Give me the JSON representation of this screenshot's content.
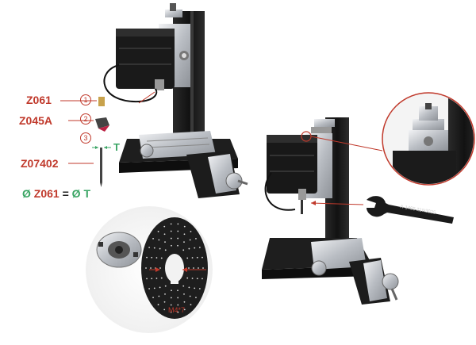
{
  "labels": {
    "part1": "Z061",
    "part2": "Z045A",
    "part3": "Z07402",
    "step1": "1",
    "step2": "2",
    "step3": "3",
    "t_mark": "T",
    "formula_symbol": "Ø",
    "formula_left": "Z061",
    "formula_eq": "=",
    "formula_symbol2": "Ø",
    "formula_right": "T",
    "thread": "M4*7",
    "wrench_text": "A-1405 21N3025"
  },
  "colors": {
    "label_red": "#c0392b",
    "accent_green": "#3aa564",
    "machine_black": "#1b1b1b",
    "metal_silver": "#c9ccd0"
  }
}
